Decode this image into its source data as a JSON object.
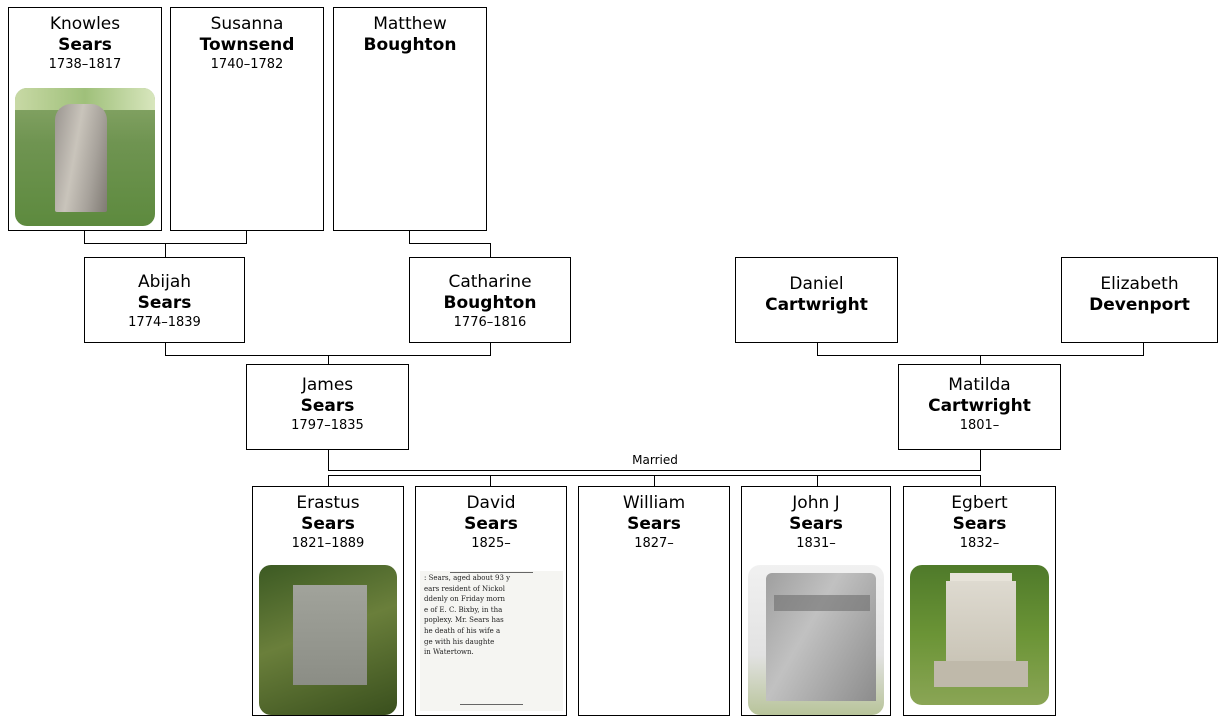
{
  "people": {
    "knowles_sears": {
      "given": "Knowles",
      "surname": "Sears",
      "dates": "1738–1817",
      "photo": "gravestone-photo"
    },
    "susanna_townsend": {
      "given": "Susanna",
      "surname": "Townsend",
      "dates": "1740–1782"
    },
    "matthew_boughton": {
      "given": "Matthew",
      "surname": "Boughton",
      "dates": ""
    },
    "abijah_sears": {
      "given": "Abijah",
      "surname": "Sears",
      "dates": "1774–1839"
    },
    "catharine_boughton": {
      "given": "Catharine",
      "surname": "Boughton",
      "dates": "1776–1816"
    },
    "daniel_cartwright": {
      "given": "Daniel",
      "surname": "Cartwright",
      "dates": ""
    },
    "elizabeth_devenport": {
      "given": "Elizabeth",
      "surname": "Devenport",
      "dates": ""
    },
    "james_sears": {
      "given": "James",
      "surname": "Sears",
      "dates": "1797–1835"
    },
    "matilda_cartwright": {
      "given": "Matilda",
      "surname": "Cartwright",
      "dates": "1801–"
    },
    "erastus_sears": {
      "given": "Erastus",
      "surname": "Sears",
      "dates": "1821–1889",
      "photo": "gravestone-photo"
    },
    "david_sears": {
      "given": "David",
      "surname": "Sears",
      "dates": "1825–",
      "photo": "newspaper-clipping",
      "clipping_lines": [
        ": Sears, aged about 93 y",
        "ears resident of Nickol",
        "ddenly on Friday morn",
        "e of E. C. Bixby, in tha",
        "poplexy. Mr. Sears has",
        "he death of his wife a",
        "ge with his daughte",
        "in Watertown."
      ]
    },
    "william_sears": {
      "given": "William",
      "surname": "Sears",
      "dates": "1827–"
    },
    "john_j_sears": {
      "given": "John J",
      "surname": "Sears",
      "dates": "1831–",
      "photo": "gravestone-photo"
    },
    "egbert_sears": {
      "given": "Egbert",
      "surname": "Sears",
      "dates": "1832–",
      "photo": "gravestone-photo"
    }
  },
  "relationship_label": "Married",
  "colors": {
    "line": "#000000",
    "box_border": "#000000",
    "background": "#ffffff"
  }
}
